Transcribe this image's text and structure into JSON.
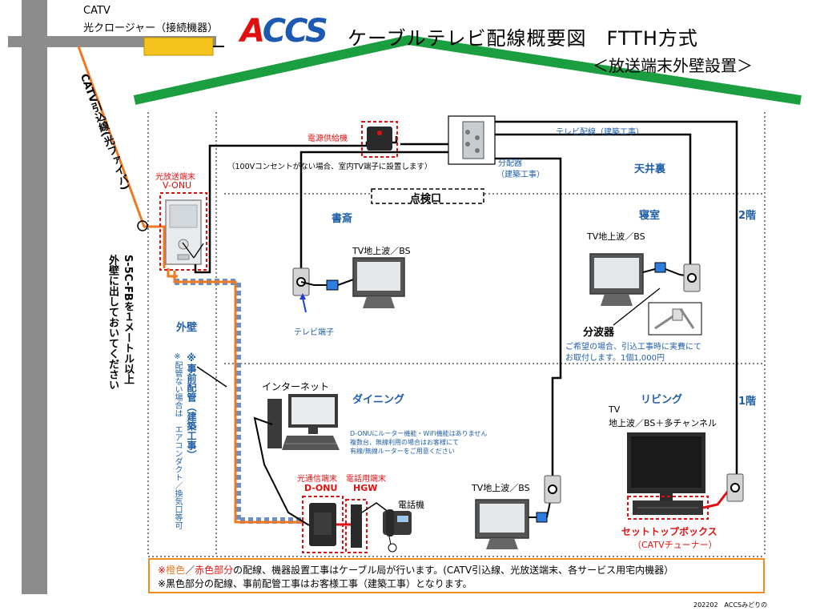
{
  "header": {
    "logo": {
      "a": "A",
      "rest": "CCS",
      "a_color": "#e01010",
      "rest_color": "#1d59b3"
    },
    "title": "ケーブルテレビ配線概要図　FTTH方式",
    "subtitle": "＜放送端末外壁設置＞"
  },
  "pole": {
    "catv": "CATV",
    "closure": "光クロージャー（接続機器）",
    "dropline": "CATV引込線(光ファイバ)"
  },
  "labels": {
    "power_supply": "電源供給機",
    "power_note": "（100Vコンセントがない場合、室内TV端子に設置します）",
    "tv_wiring": "テレビ配線（建築工事）",
    "splitter_main_1": "分配器",
    "splitter_main_2": "（建築工事）",
    "attic": "天井裏",
    "inspection": "点検口",
    "onu_title_1": "光放送端末",
    "onu_title_2": "V-ONU",
    "s5c_1": "S-5C-FBを１メートル以上",
    "s5c_2": "外壁に出しておいてください",
    "outer_wall": "外壁",
    "study": "書斎",
    "bedroom": "寝室",
    "floor2": "2階",
    "floor1": "1階",
    "tv_study": "TV地上波／BS",
    "tv_bedroom": "TV地上波／BS",
    "tv_outlet": "テレビ端子",
    "splitter": "分波器",
    "splitter_note_1": "ご希望の場合、引込工事時に実費にて",
    "splitter_note_2": "お取付します。1個1,000円",
    "preconduit_1": "※事前配管（建築工事）",
    "preconduit_2": "※配管ない場合は　エアコンダクト／換気口等可",
    "internet": "インターネット",
    "dining": "ダイニング",
    "router_note_1": "D-ONUにルーター機能・WiFi機能はありません",
    "router_note_2": "複数台、無線利用の場合はお客様にて",
    "router_note_3": "有線/無線ルーターをご用意ください",
    "living": "リビング",
    "tv_living_1": "TV",
    "tv_living_2": "地上波／BS＋多チャンネル",
    "tv_dining": "TV地上波／BS",
    "donu_1": "光通信端末",
    "donu_2": "D-ONU",
    "hgw_1": "電話用端末",
    "hgw_2": "HGW",
    "phone": "電話機",
    "stb_1": "セットトップボックス",
    "stb_2": "（CATVチューナー）"
  },
  "notes": {
    "line1_prefix": "※",
    "line1_orange": "橙色",
    "line1_slash": "／",
    "line1_red": "赤色部分",
    "line1_rest": "の配線、機器設置工事はケーブル局が行います。(CATV引込線、光放送端末、各サービス用宅内機器）",
    "line2": "※黒色部分の配線、事前配管工事はお客様工事（建築工事）となります。"
  },
  "footer": "202202　ACCSみどりの",
  "colors": {
    "roof": "#1a9e3f",
    "fiber": "#f07820",
    "conduit": "#6a8fc8",
    "red_box": "#e01010",
    "blue_text": "#1f5fa8"
  }
}
